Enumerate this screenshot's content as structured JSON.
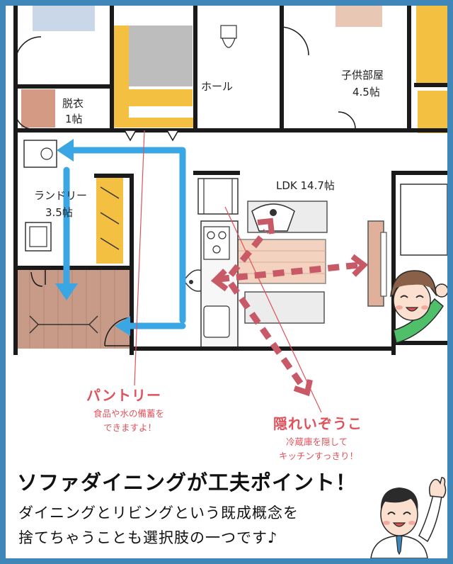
{
  "rooms": {
    "hall": "ホール",
    "child_room_name": "子供部屋",
    "child_room_size": "4.5帖",
    "dressing_name": "脱衣",
    "dressing_size": "1帖",
    "laundry_name": "ランドリー",
    "laundry_size": "3.5帖",
    "ldk": "LDK 14.7帖"
  },
  "callouts": {
    "pantry": {
      "title": "パントリー",
      "line1": "食品や水の備蓄を",
      "line2": "できますよ！"
    },
    "hidden_fridge": {
      "title": "隠れいぞうこ",
      "line1": "冷蔵庫を隠して",
      "line2": "キッチンすっきり！"
    }
  },
  "headline": "ソファダイニングが工夫ポイント！",
  "body": {
    "line1": "ダイニングとリビングという既成概念を",
    "line2": "捨てちゃうことも選択肢の一つです♪"
  },
  "colors": {
    "frame": "#3f87b8",
    "accent_red": "#e0525b",
    "arrow_blue": "#3aa6e4",
    "arrow_red": "#c85a68",
    "storage_yellow": "#f4c042",
    "wood_floor": "#c89a88"
  }
}
